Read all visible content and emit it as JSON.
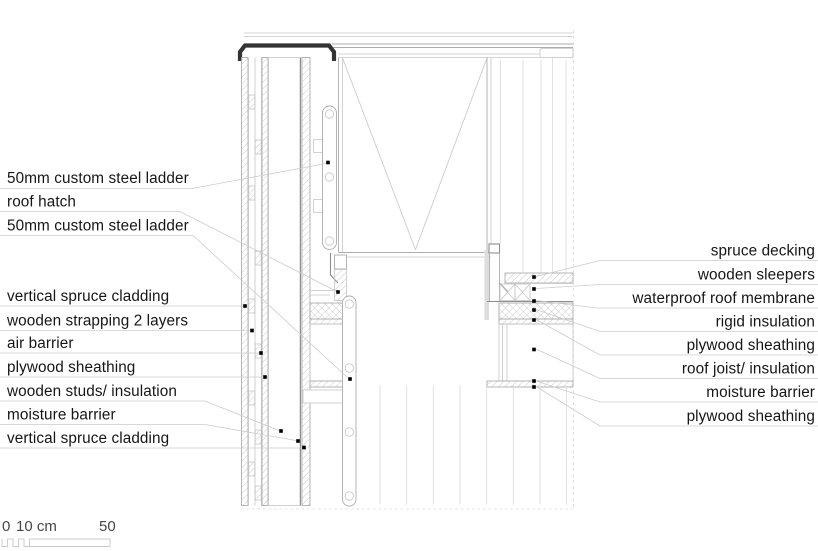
{
  "left_labels": [
    "50mm custom steel ladder",
    "roof hatch",
    "50mm custom steel ladder",
    "vertical spruce cladding",
    "wooden strapping 2 layers",
    "air barrier",
    "plywood sheathing",
    "wooden studs/ insulation",
    "moisture barrier",
    "vertical spruce cladding"
  ],
  "right_labels": [
    "spruce decking",
    "wooden sleepers",
    "waterproof roof membrane",
    "rigid insulation",
    "plywood sheathing",
    "roof joist/ insulation",
    "moisture barrier",
    "plywood sheathing"
  ],
  "scale_bar": {
    "zero": "0",
    "ten_cm": "10 cm",
    "fifty": "50"
  },
  "colors": {
    "background": "#ffffff",
    "label_text": "#161616",
    "scale_text": "#474747",
    "line_xlight": "#dadada",
    "line_light": "#c6c6c6",
    "line_mid": "#adadad",
    "line_dark": "#8e8e8e",
    "leader": "#cccccc",
    "marker_dot": "#000000",
    "cap_flashing": "#333333",
    "hatch": "#bdbdbd",
    "batt": "#cccccc",
    "scale_bar": "#cccccc"
  }
}
